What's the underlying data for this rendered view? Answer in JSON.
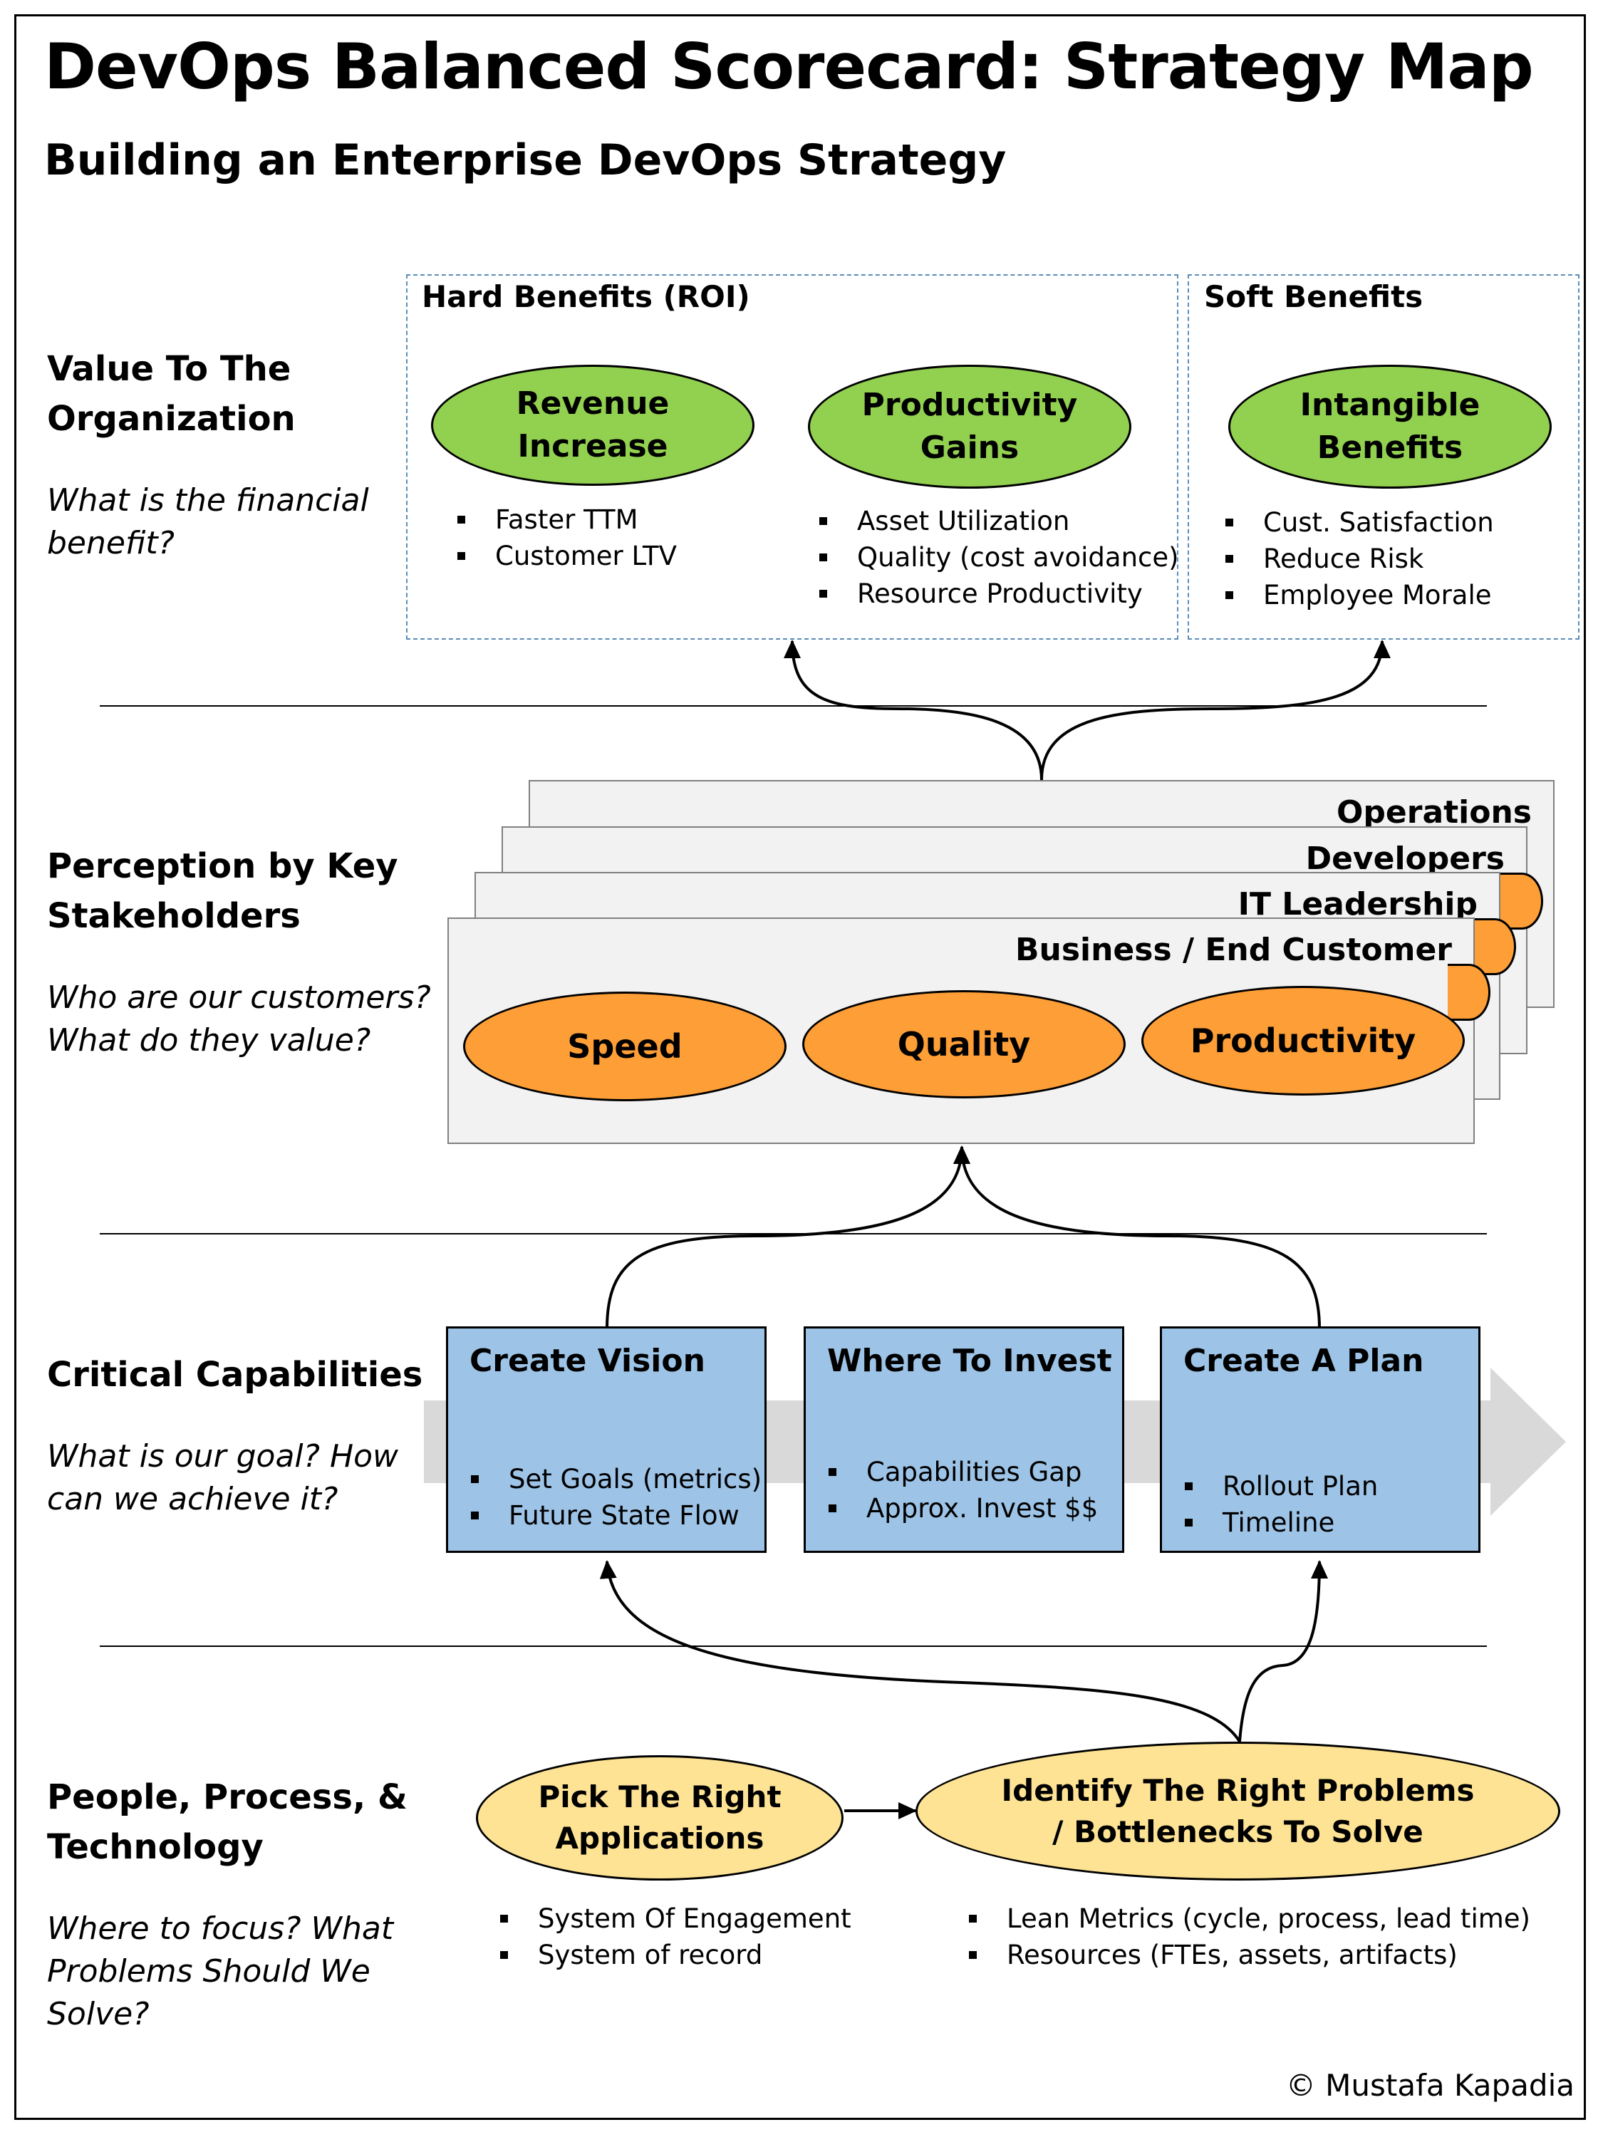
{
  "title": "DevOps Balanced Scorecard: Strategy Map",
  "subtitle": "Building an Enterprise DevOps Strategy",
  "sections": {
    "value": {
      "title": "Value To The\nOrganization",
      "question": "What is the financial\nbenefit?"
    },
    "perception": {
      "title": "Perception by Key\nStakeholders",
      "question": "Who are our customers?\nWhat do they value?"
    },
    "capabilities": {
      "title": "Critical Capabilities",
      "question": "What is our goal?  How\ncan we achieve it?"
    },
    "people": {
      "title": "People, Process, &\nTechnology",
      "question": "Where to focus? What\nProblems Should We\nSolve?"
    }
  },
  "hard_benefits": {
    "title": "Hard Benefits (ROI)",
    "revenue": {
      "label": "Revenue\nIncrease",
      "bullets": [
        "Faster TTM",
        "Customer LTV"
      ]
    },
    "productivity": {
      "label": "Productivity\nGains",
      "bullets": [
        "Asset Utilization",
        "Quality (cost avoidance)",
        "Resource Productivity"
      ]
    }
  },
  "soft_benefits": {
    "title": "Soft Benefits",
    "intangible": {
      "label": "Intangible\nBenefits",
      "bullets": [
        "Cust. Satisfaction",
        "Reduce Risk",
        "Employee Morale"
      ]
    }
  },
  "stakeholders": {
    "cards": [
      "Operations",
      "Developers",
      "IT Leadership",
      "Business / End Customer"
    ],
    "values": [
      "Speed",
      "Quality",
      "Productivity"
    ]
  },
  "capabilities": [
    {
      "title": "Create Vision",
      "bullets": [
        "Set Goals (metrics)",
        "Future State Flow"
      ]
    },
    {
      "title": "Where To Invest",
      "bullets": [
        "Capabilities Gap",
        "Approx. Invest $$"
      ]
    },
    {
      "title": "Create A Plan",
      "bullets": [
        "Rollout Plan",
        "Timeline"
      ]
    }
  ],
  "people": {
    "apps": {
      "label": "Pick The Right\nApplications",
      "bullets": [
        "System Of Engagement",
        "System of record"
      ]
    },
    "problems": {
      "label": "Identify The Right Problems\n/ Bottlenecks To Solve",
      "bullets": [
        "Lean Metrics (cycle, process, lead time)",
        "Resources (FTEs, assets, artifacts)"
      ]
    }
  },
  "copyright": "© Mustafa Kapadia",
  "colors": {
    "green": "#92d050",
    "orange": "#fd9e37",
    "blue": "#9dc3e6",
    "yellow": "#fee395",
    "card_gray": "#f2f2f2",
    "dashed_border": "#5b8db8",
    "arrow_gray": "#d9d9d9"
  }
}
